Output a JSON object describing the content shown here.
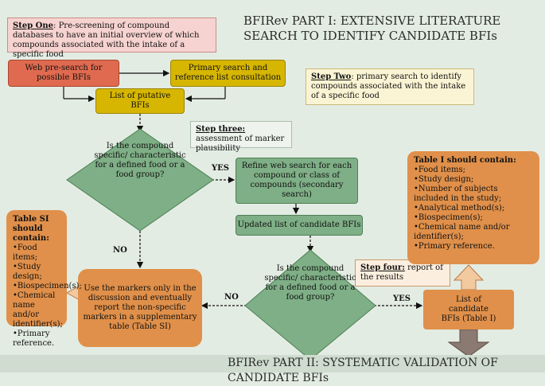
{
  "title_part1": "BFIRev PART I: EXTENSIVE LITERATURE SEARCH TO IDENTIFY CANDIDATE BFIs",
  "title_part2": "BFIRev PART II: SYSTEMATIC VALIDATION OF CANDIDATE BFIs",
  "step_one": {
    "label": "Step One",
    "text": ": Pre-screening of compound databases to have an initial overview of which compounds associated with the intake of a specific food"
  },
  "step_two": {
    "label": "Step Two",
    "text": ": primary search to identify compounds associated with the intake of a specific food"
  },
  "step_three": {
    "label": "Step three:",
    "text": " assessment of marker plausibility"
  },
  "step_four": {
    "label": "Step four:",
    "text": " report of the results"
  },
  "web_presearch": "Web pre-search for possible BFIs",
  "primary_search": "Primary search and reference list consultation",
  "putative_list": "List of putative BFIs",
  "decision_1": "Is the compound specific/ characteristic for a defined food or a food group?",
  "decision_2": "Is the compound specific/ characteristic for a defined food or a food group?",
  "yes_label": "YES",
  "no_label": "NO",
  "refine_search": "Refine web search for each compound or class of compounds (secondary search)",
  "updated_list": "Updated list of candidate BFIs",
  "use_markers": "Use the markers only in the discussion and eventually report the non-specific markers in a supplementary table (Table SI)",
  "candidate_list": "List of candidate BFIs (Table I)",
  "table_si": {
    "title": "Table SI should contain:",
    "items": [
      "•Food items;",
      "•Study design;",
      "•Biospecimen(s);",
      "•Chemical name and/or identifier(s);",
      "•Primary reference."
    ]
  },
  "table_i": {
    "title": "Table I should contain:",
    "items": [
      "•Food items;",
      "•Study design;",
      "•Number of subjects included in the study;",
      "•Analytical method(s);",
      "•Biospecimen(s);",
      "•Chemical name and/or identifier(s);",
      "•Primary reference."
    ]
  }
}
